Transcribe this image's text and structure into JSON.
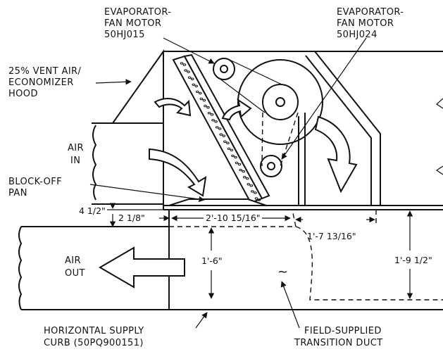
{
  "labels": {
    "motor_015": [
      "EVAPORATOR-",
      "FAN MOTOR",
      "50HJ015"
    ],
    "motor_024": [
      "EVAPORATOR-",
      "FAN MOTOR",
      "50HJ024"
    ],
    "hood": [
      "25% VENT AIR/",
      "ECONOMIZER",
      "HOOD"
    ],
    "air_in": [
      "AIR",
      "IN"
    ],
    "block_off": [
      "BLOCK-OFF",
      "PAN"
    ],
    "air_out": [
      "AIR",
      "OUT"
    ],
    "curb": [
      "HORIZONTAL SUPPLY",
      "CURB (50PQ900151)"
    ],
    "transition": [
      "FIELD-SUPPLIED",
      "TRANSITION DUCT"
    ],
    "tilde": "~"
  },
  "dimensions": {
    "d_4_half": "4 1/2\"",
    "d_2_1_8": "2 1/8\"",
    "d_2_10_15_16": "2'-10 15/16\"",
    "d_1_7_13_16": "1'-7 13/16\"",
    "d_1_6": "1'-6\"",
    "d_1_9_half": "1'-9 1/2\""
  },
  "colors": {
    "ink": "#111111",
    "paper": "#ffffff"
  }
}
